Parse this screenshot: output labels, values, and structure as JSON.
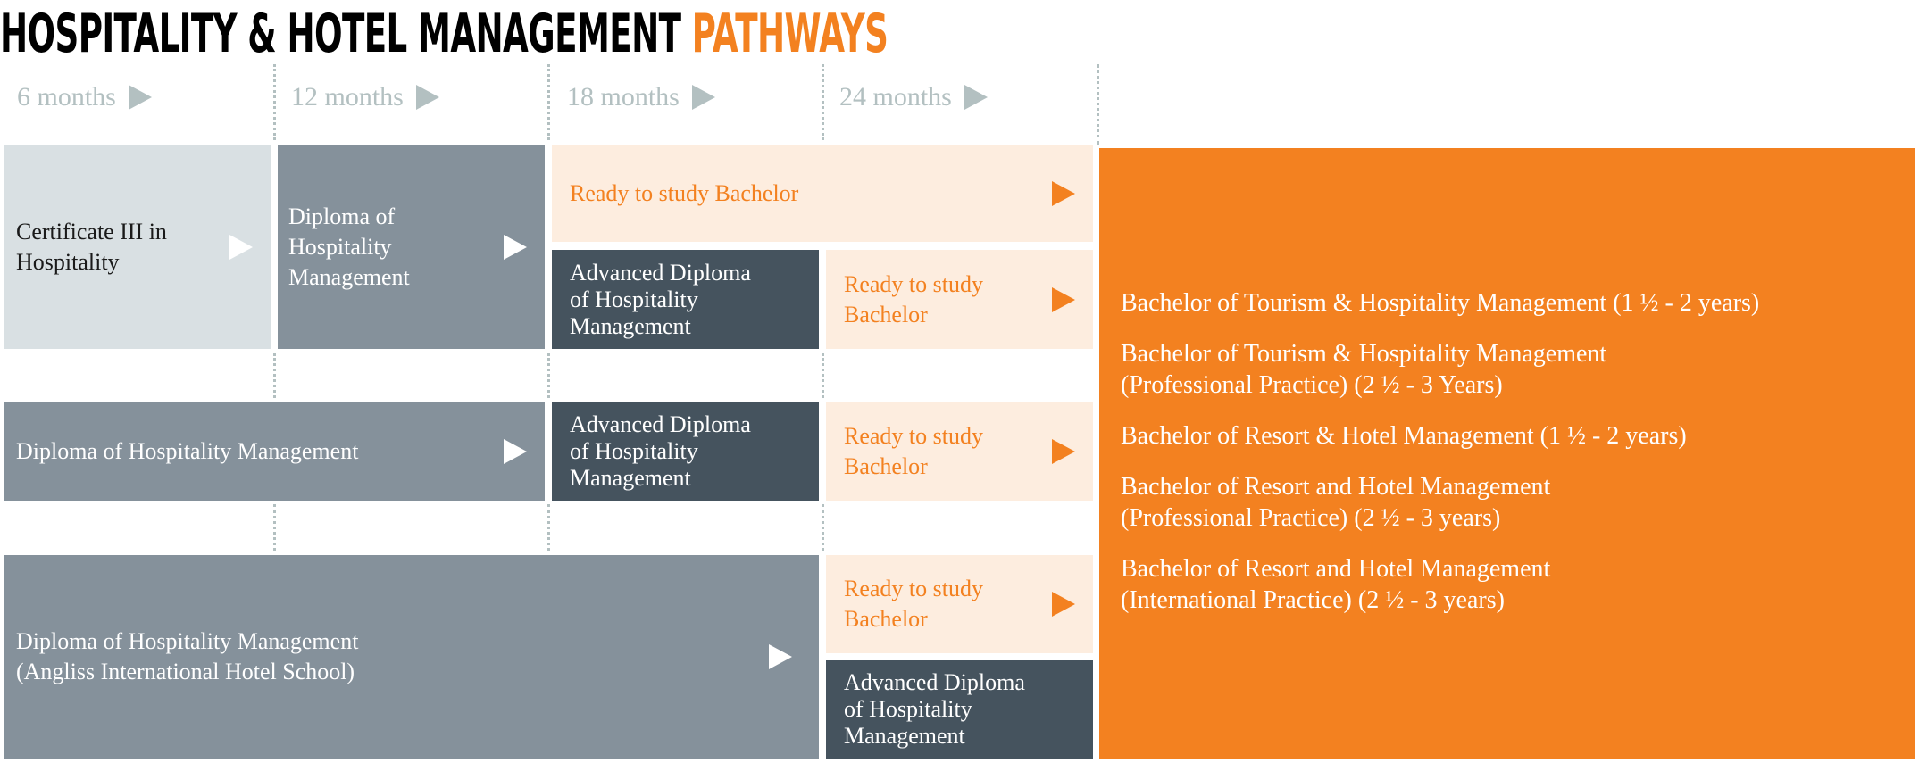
{
  "title": {
    "main": "HOSPITALITY & HOTEL MANAGEMENT",
    "highlight": "PATHWAYS"
  },
  "timeline": [
    "6 months",
    "12 months",
    "18 months",
    "24 months"
  ],
  "row1": {
    "cert": "Certificate III in Hospitality",
    "diploma": "Diploma of Hospitality Management",
    "ready_wide": "Ready to study Bachelor",
    "advanced": "Advanced Diploma of Hospitality Management",
    "ready": "Ready to study Bachelor"
  },
  "row2": {
    "diploma": "Diploma of Hospitality Management",
    "advanced": "Advanced Diploma of Hospitality Management",
    "ready": "Ready to study Bachelor"
  },
  "row3": {
    "diploma_line1": "Diploma of Hospitality Management",
    "diploma_line2": "(Angliss International Hotel School)",
    "ready": "Ready to study Bachelor",
    "advanced": "Advanced Diploma of Hospitality Management"
  },
  "bachelors": [
    {
      "line1": "Bachelor of Tourism & Hospitality Management (1 ½ - 2 years)",
      "line2": ""
    },
    {
      "line1": "Bachelor of Tourism & Hospitality Management",
      "line2": "(Professional Practice) (2 ½ - 3 Years)"
    },
    {
      "line1": "Bachelor of Resort & Hotel Management (1 ½ - 2 years)",
      "line2": ""
    },
    {
      "line1": "Bachelor of Resort and Hotel Management",
      "line2": "(Professional Practice) (2 ½ - 3 years)"
    },
    {
      "line1": "Bachelor of Resort and Hotel Management",
      "line2": "(International Practice) (2 ½ - 3 years)"
    }
  ],
  "colors": {
    "orange": "#f38120",
    "peach": "#fdeddf",
    "light": "#d9e0e3",
    "mid": "#85919b",
    "dark": "#45535e"
  }
}
